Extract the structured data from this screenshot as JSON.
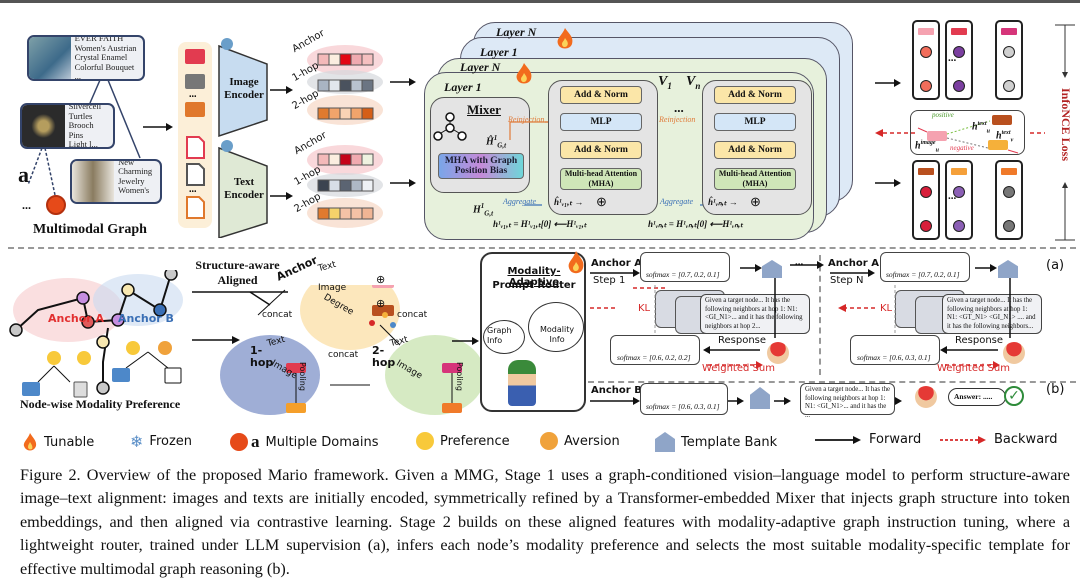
{
  "figure": {
    "stage1": {
      "multimodal_graph": {
        "title": "Multimodal Graph",
        "products": [
          {
            "text": "EVER FAITH\nWomen's Austrian\nCrystal Enamel\nColorful Bouquet ..."
          },
          {
            "text": "Silvercell\nTurtles\nBrooch Pins\nLight l..."
          },
          {
            "text": "New\nCharming\nJewelry\nWomen's ..."
          }
        ],
        "ellipsis": "..."
      },
      "encoders": {
        "image": "Image\nEncoder",
        "text": "Text\nEncoder",
        "ellipsis": "..."
      },
      "hop_labels": [
        "Anchor",
        "1-hop",
        "2-hop"
      ],
      "layers": {
        "layer_n": "Layer N",
        "layer_1": "Layer 1",
        "v1": "V",
        "v1_sub": "1",
        "vn": "V",
        "vn_sub": "n",
        "ellipsis": "..."
      },
      "mixer": {
        "title": "Mixer",
        "mha_label": "MHA with Graph Position Bias",
        "h_hat": "Ĥ",
        "h_hat_sub": "G,t",
        "h_in": "H",
        "h_in_sub": "G,t",
        "sup": "1"
      },
      "transformer_block": {
        "add_norm": "Add & Norm",
        "mlp": "MLP",
        "mha": "Multi-head Attention (MHA)",
        "reinjection": "Reinjection",
        "aggregate": "Aggregate",
        "eq_v1": "h¹ᵥ₁,ₜ = H¹ᵥ₁,ₜ[0]  ⟵H¹ᵥ₁,ₜ",
        "eq_vn": "h¹ᵥₙ,ₜ = H¹ᵥₙ,ₜ[0]  ⟵H¹ᵥₙ,ₜ",
        "h_hat_v1": "ĥ¹ᵥ₁,ₜ →",
        "h_hat_vn": "ĥ¹ᵥₙ,ₜ →",
        "oplus": "⊕"
      },
      "contrastive": {
        "positive": "positive",
        "negative": "negative",
        "h_image": "h",
        "h_image_sup": "image",
        "h_image_sub": "u",
        "h_text_u": "h",
        "h_text_u_sup": "text",
        "h_text_u_sub": "u",
        "h_text_v": "h",
        "h_text_v_sup": "text",
        "h_text_v_sub": "v",
        "loss": "InfoNCE  Loss",
        "ellipsis": "..."
      }
    },
    "stage2": {
      "node_pref": {
        "title": "Node-wise Modality Preference",
        "anchor_a": "Anchor A",
        "anchor_b": "Anchor B"
      },
      "structure": {
        "title": "Structure-aware\nAligned",
        "anchor": "Anchor",
        "text": "Text",
        "image": "Image",
        "degree": "Degree",
        "concat": "concat",
        "hop1": "1-\nhop",
        "hop2": "2-\nhop",
        "pooling": "Pooling",
        "oplus": "⊕"
      },
      "router": {
        "title": "Modality-Adaptive",
        "title2": "Prompt Router",
        "graph_info": "Graph\nInfo",
        "modality_info": "Modality\nInfo"
      },
      "panel_a": {
        "label": "(a)",
        "anchor_a": "Anchor A",
        "step1": "Step 1",
        "stepn": "Step N",
        "softmax_step1_top": "softmax = [0.7, 0.2, 0.1]",
        "softmax_step1_bottom": "softmax = [0.6, 0.2, 0.2]",
        "softmax_stepn_top": "softmax = [0.7, 0.2, 0.1]",
        "softmax_stepn_bottom": "softmax = [0.6, 0.3, 0.1]",
        "kl": "KL",
        "response": "Response",
        "weighted_sum": "Weighted Sum",
        "template_step1": "Given a target node... It has the following neighbors at hop 1: N1: <GI_N1>... and it has the following neighbors at hop 2...",
        "template_stepn": "Given a target node... It has the following neighbors at hop 1: N1: <GT_N1> <GI_N1> .... and it has the following neighbors...",
        "template_peek_1": "Given",
        "template_peek_2": "Given a",
        "ellipsis": "..."
      },
      "panel_b": {
        "label": "(b)",
        "anchor_b": "Anchor B",
        "softmax": "softmax = [0.6, 0.3, 0.1]",
        "template": "Given a target node... It has the following neighbors at hop 1: N1: <GI_N1>... and it has the ...",
        "answer": "Answer: ....."
      }
    },
    "legend": [
      {
        "icon": "flame-icon",
        "label": "Tunable"
      },
      {
        "icon": "snowflake-icon",
        "label": "Frozen"
      },
      {
        "icon": "domains-icon",
        "label": "Multiple Domains"
      },
      {
        "icon": "smile-hearts-icon",
        "label": "Preference"
      },
      {
        "icon": "shocked-face-icon",
        "label": "Aversion"
      },
      {
        "icon": "bank-icon",
        "label": "Template Bank"
      },
      {
        "icon": "forward-arrow-icon",
        "label": "Forward"
      },
      {
        "icon": "backward-arrow-icon",
        "label": "Backward"
      }
    ],
    "caption": "Figure 2. Overview of the proposed Mario framework. Given a MMG, Stage 1 uses a graph-conditioned vision–language model to perform structure-aware image–text alignment: images and texts are initially encoded, symmetrically refined by a Transformer-embedded Mixer that injects graph structure into token embeddings, and then aligned via contrastive learning. Stage 2 builds on these aligned features with modality-adaptive graph instruction tuning, where a lightweight router, trained under LLM supervision (a), infers each node’s modality preference and selects the most suitable modality-specific template for effective multimodal graph reasoning (b).",
    "colors": {
      "accent_red": "#d62828",
      "flame_orange": "#f26b1d",
      "layer_green": "#e7f1dc",
      "layer_blue": "#dde9f6",
      "add_norm": "#fbe6a8",
      "mlp": "#d4e6f7",
      "mha": "#cfe6b8",
      "reinjection": "#e07b39",
      "aggregate": "#3a6fb5"
    }
  }
}
